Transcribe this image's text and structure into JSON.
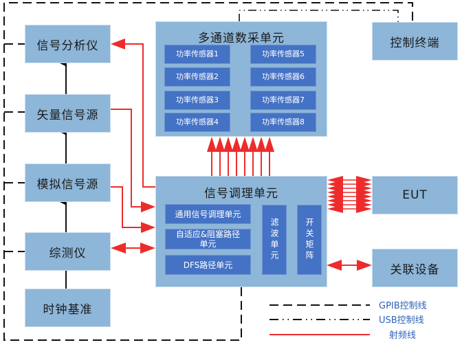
{
  "left_column": [
    {
      "id": "signal-analyzer",
      "label": "信号分析仪"
    },
    {
      "id": "vector-signal-source",
      "label": "矢量信号源"
    },
    {
      "id": "analog-signal-source",
      "label": "模拟信号源"
    },
    {
      "id": "comprehensive-tester",
      "label": "综测仪"
    },
    {
      "id": "clock-reference",
      "label": "时钟基准"
    }
  ],
  "daq_unit": {
    "title": "多通道数采单元",
    "sensors": [
      "功率传感器1",
      "功率传感器2",
      "功率传感器3",
      "功率传感器4",
      "功率传感器5",
      "功率传感器6",
      "功率传感器7",
      "功率传感器8"
    ]
  },
  "conditioning_unit": {
    "title": "信号调理单元",
    "general": "通用信号调理单元",
    "adaptive": "自适应&阻塞路径单元",
    "dfs": "DFS路径单元",
    "filter": "滤波单元",
    "switch": "开关矩阵"
  },
  "right_column": {
    "control_terminal": "控制终端",
    "eut": "EUT",
    "associated_device": "关联设备"
  },
  "legend": [
    {
      "type": "gpib",
      "label": "GPIB控制线"
    },
    {
      "type": "usb",
      "label": "USB控制线"
    },
    {
      "type": "rf",
      "label": "射频线"
    }
  ],
  "colors": {
    "box_fill": "#8db6d8",
    "sub_fill": "#4472c4",
    "rf_line": "#ee2b2b",
    "control_line": "#111111",
    "legend_text": "#2e62b8"
  }
}
